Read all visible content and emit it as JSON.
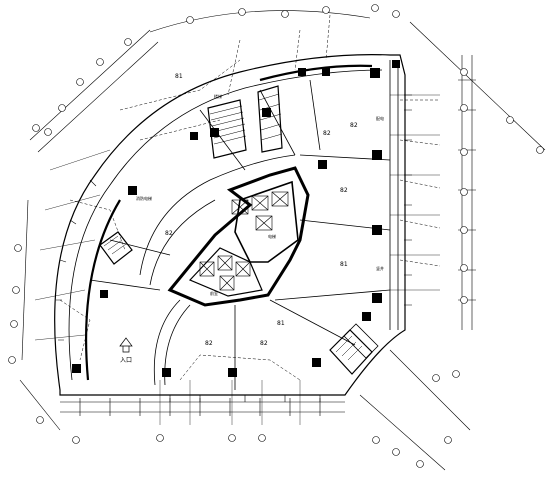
{
  "drawing": {
    "room_labels": [
      "82",
      "82",
      "81",
      "81",
      "82",
      "82",
      "81",
      "82",
      "82"
    ],
    "entrance_label": "入口",
    "small_labels": [
      "消防电梯",
      "电梯",
      "前室",
      "楼梯",
      "配电",
      "竖井"
    ]
  }
}
